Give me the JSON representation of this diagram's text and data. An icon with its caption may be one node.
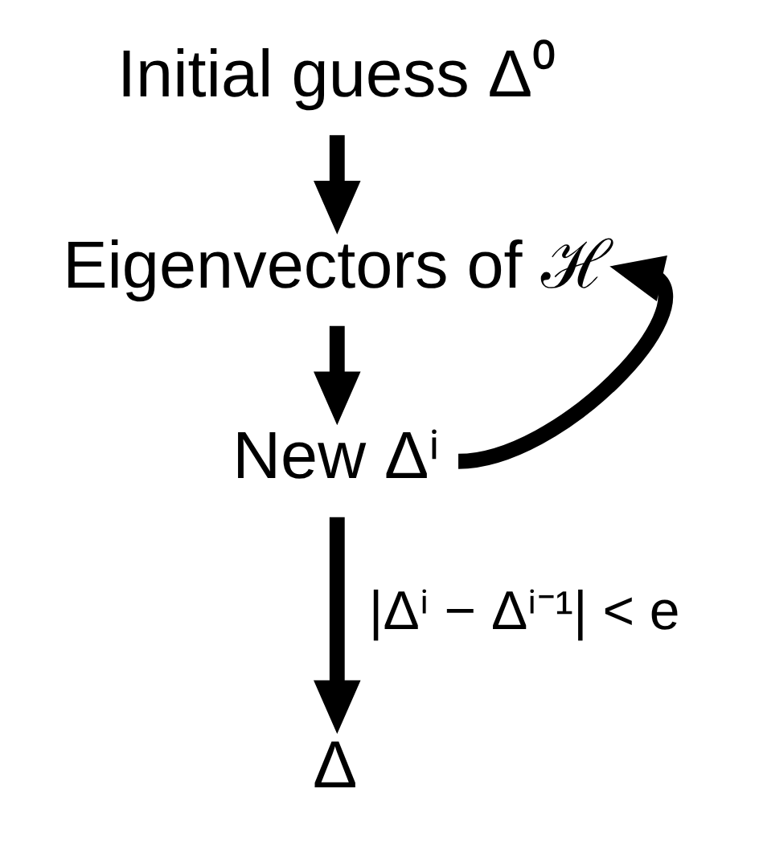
{
  "diagram": {
    "nodes": [
      {
        "text": [
          "Initial guess Δ⁰"
        ]
      },
      {
        "text": [
          "Eigenvectors of ℋ"
        ]
      },
      {
        "text": [
          "New Δⁱ"
        ]
      },
      {
        "text": [
          "Δ"
        ]
      }
    ],
    "edges": [
      {
        "from": 0,
        "to": 1,
        "arrow": "to"
      },
      {
        "from": 1,
        "to": 2,
        "arrow": "to"
      },
      {
        "from": 2,
        "to": 1,
        "arrow": "to"
      },
      {
        "from": 2,
        "to": 3,
        "arrow": "to",
        "label": "|Δⁱ − Δⁱ⁻¹| < e"
      }
    ]
  }
}
